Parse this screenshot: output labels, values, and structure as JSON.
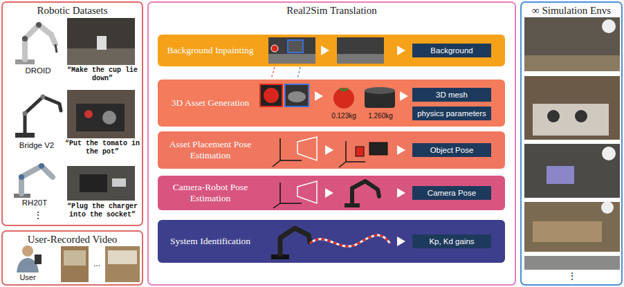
{
  "diagram": {
    "nodes": [
      {
        "text": [
          "Robotic Datasets"
        ]
      },
      {
        "text": [
          "User-Recorded Video"
        ]
      },
      {
        "text": [
          "Real2Sim Translation"
        ]
      },
      {
        "text": [
          "Background Inpainting"
        ],
        "in": 2
      },
      {
        "text": [
          "Background"
        ],
        "in": 3
      },
      {
        "text": [
          "3D Asset Generation"
        ],
        "in": 2
      },
      {
        "text": [
          "3D mesh"
        ],
        "in": 5
      },
      {
        "text": [
          "physics parameters"
        ],
        "in": 5
      },
      {
        "text": [
          "Asset Placement Pose Estimation"
        ],
        "in": 2
      },
      {
        "text": [
          "Object Pose"
        ],
        "in": 8
      },
      {
        "text": [
          "Camera-Robot Pose Estimation"
        ],
        "in": 2
      },
      {
        "text": [
          "Camera Pose"
        ],
        "in": 10
      },
      {
        "text": [
          "System Identification"
        ],
        "in": 2
      },
      {
        "text": [
          "Kp, Kd gains"
        ],
        "in": 12
      },
      {
        "text": [
          "∞ Simulation Envs"
        ]
      }
    ],
    "labels": [
      "DROID",
      "“Make the cup lie down”",
      "Bridge V2",
      "“Put the tomato in the pot”",
      "RH20T",
      "“Plug the charger into the socket”",
      "⋮",
      "User",
      "...",
      "0.123kg",
      "1.260kg",
      "⋮"
    ]
  }
}
